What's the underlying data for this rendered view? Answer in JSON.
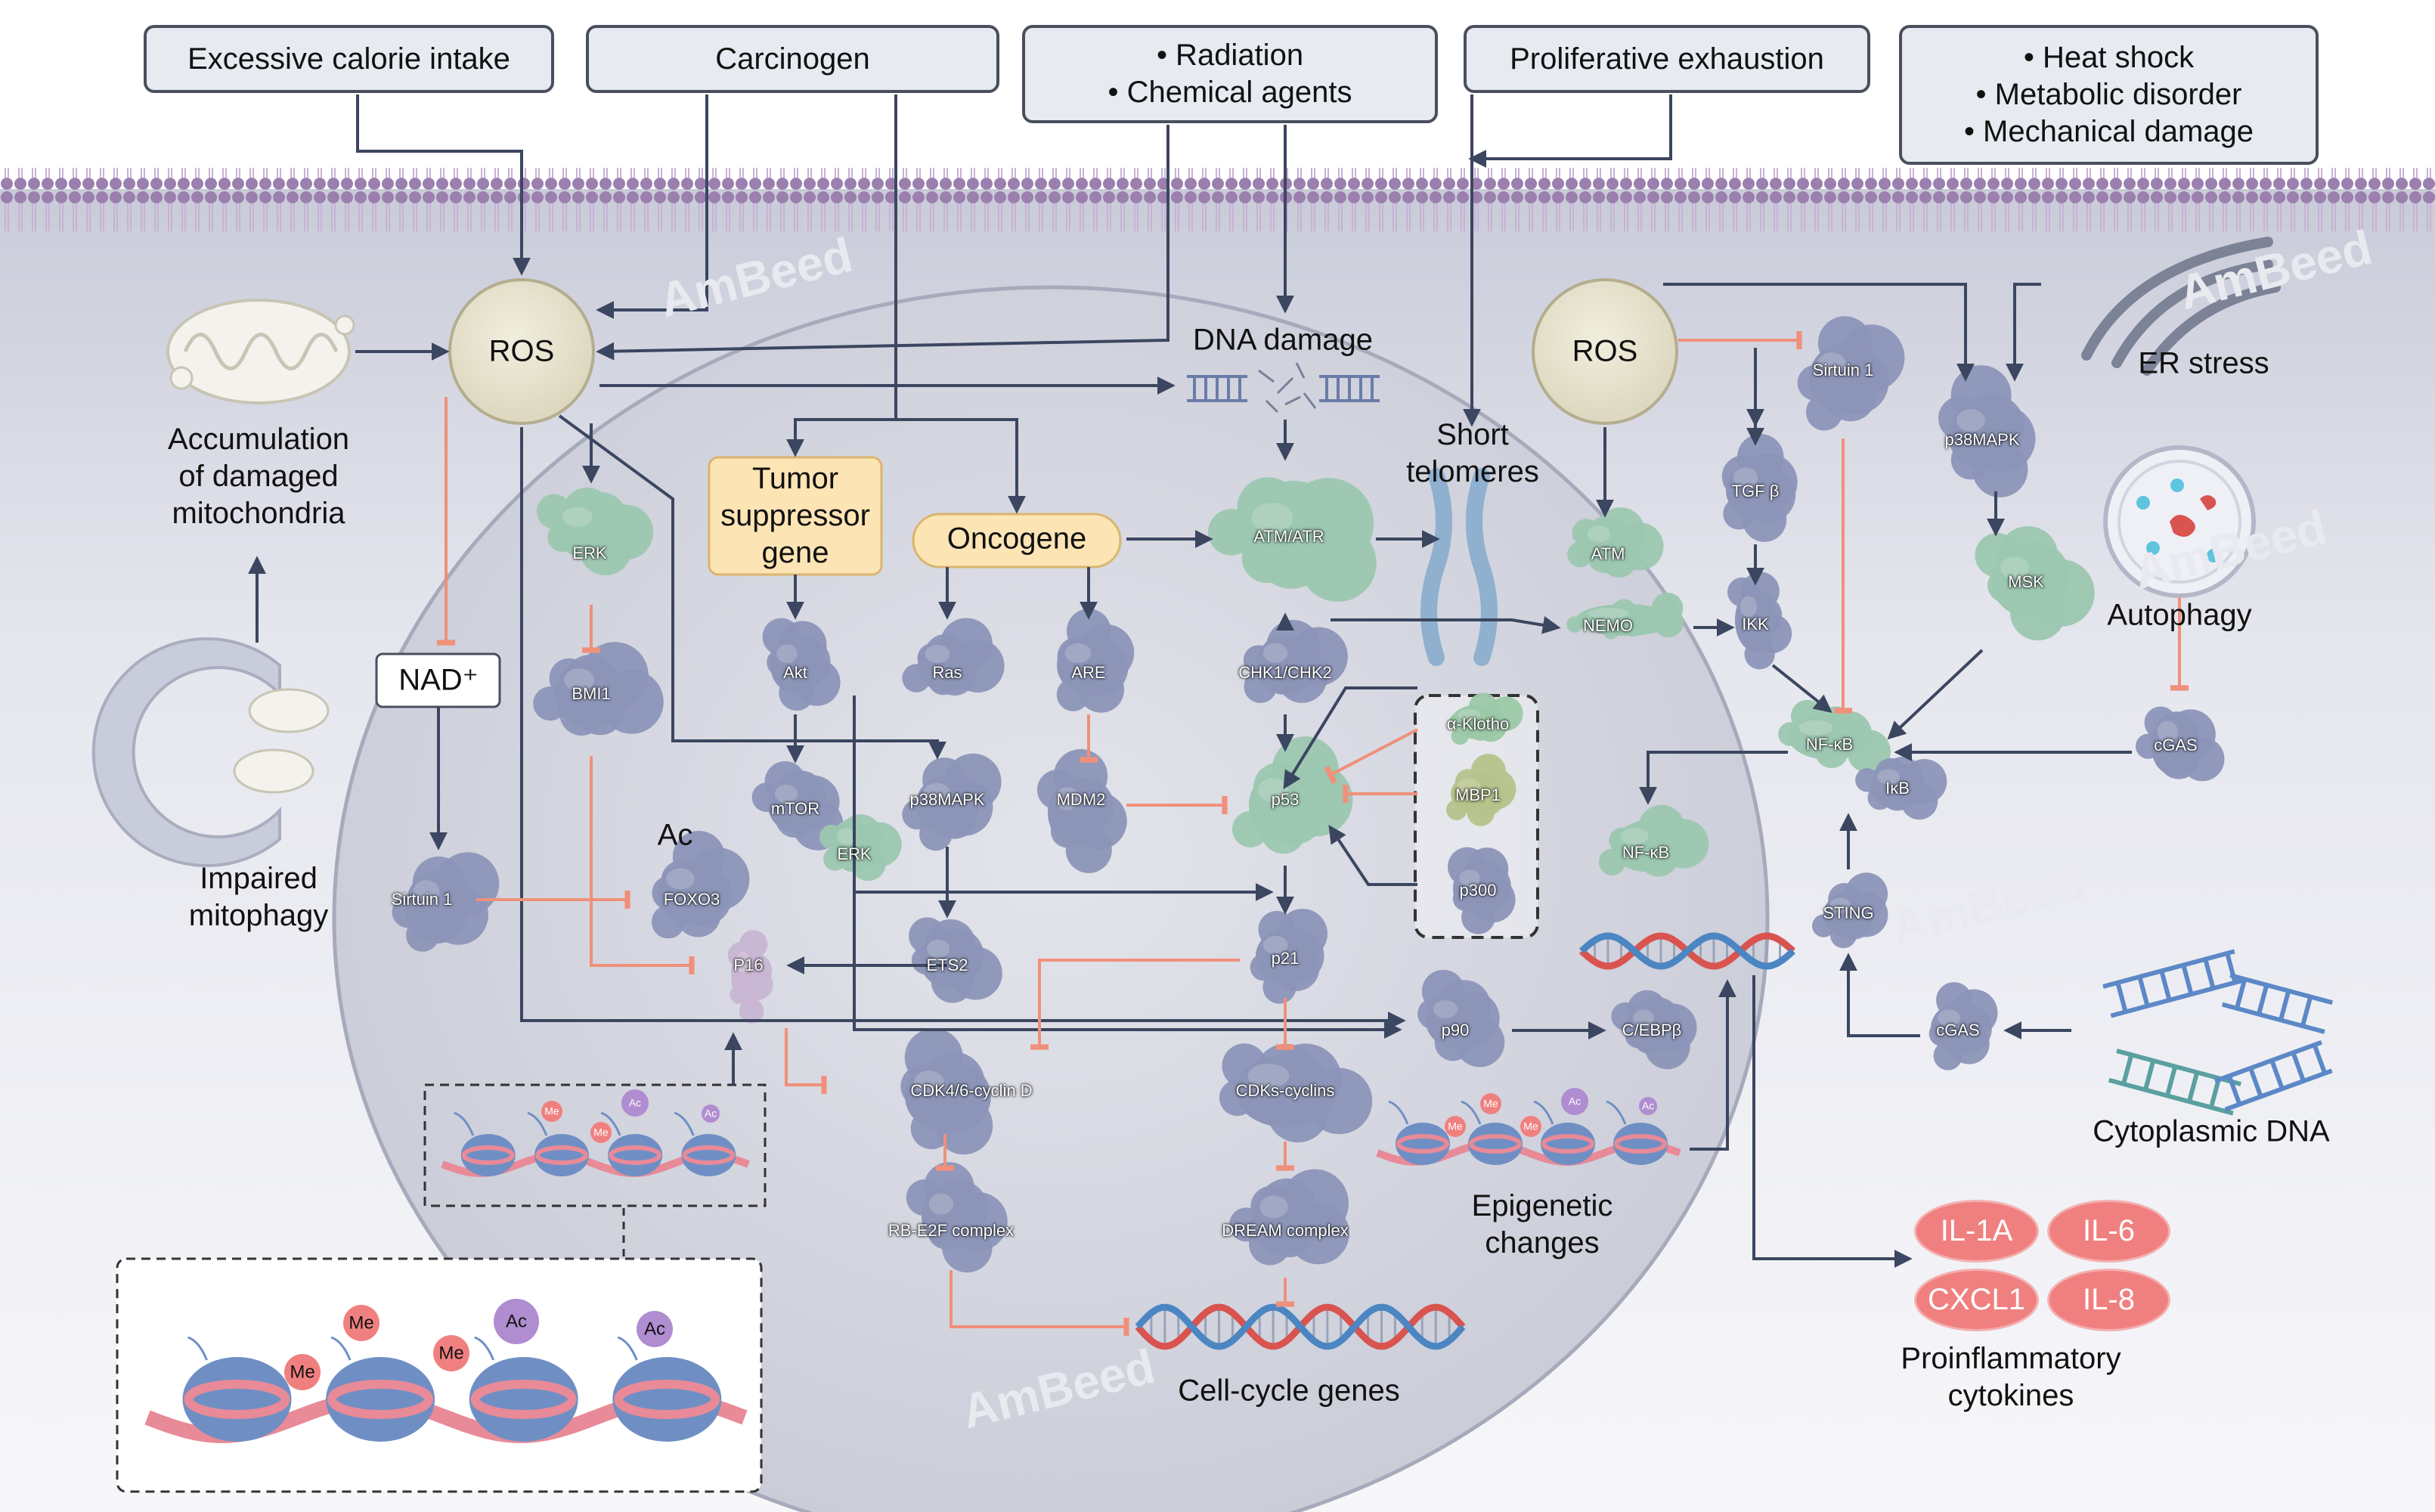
{
  "stimuli": {
    "calorie": "Excessive calorie intake",
    "carcinogen": "Carcinogen",
    "radiation": [
      "• Radiation",
      "• Chemical agents"
    ],
    "prolif": "Proliferative exhaustion",
    "stress": [
      "• Heat shock",
      "• Metabolic disorder",
      "• Mechanical damage"
    ]
  },
  "labels": {
    "ros_left": "ROS",
    "ros_right": "ROS",
    "dna_damage": "DNA damage",
    "mito_accum": [
      "Accumulation",
      "of damaged",
      "mitochondria"
    ],
    "mitophagy": [
      "Impaired",
      "mitophagy"
    ],
    "nad": "NAD⁺",
    "tumor_suppressor": [
      "Tumor",
      "suppressor",
      "gene"
    ],
    "oncogene": "Oncogene",
    "short_telomeres": [
      "Short",
      "telomeres"
    ],
    "er_stress": "ER stress",
    "autophagy": "Autophagy",
    "ac": "Ac",
    "epigenetic": [
      "Epigenetic",
      "changes"
    ],
    "cytoplasmic_dna": "Cytoplasmic  DNA",
    "cell_cycle_genes": "Cell-cycle genes",
    "proinflammatory": [
      "Proinflammatory",
      "cytokines"
    ],
    "me": "Me",
    "ac_small": "Ac"
  },
  "cytokines": [
    "IL-1A",
    "IL-6",
    "CXCL1",
    "IL-8"
  ],
  "proteins": {
    "erk": "ERK",
    "bmi1": "BMI1",
    "sirtuin1_left": "Sirtuin 1",
    "foxo3": "FOXO3",
    "p16": "P16",
    "akt": "Akt",
    "mtor": "mTOR",
    "erk_mid": "ERK",
    "ras": "Ras",
    "p38mapk_mid": "p38MAPK",
    "are": "ARE",
    "mdm2": "MDM2",
    "ets2": "ETS2",
    "atm_atr": "ATM/ATR",
    "chk": "CHK1/CHK2",
    "p53": "p53",
    "p21": "p21",
    "cdk46": "CDK4/6-cyclin D",
    "rb_e2f": "RB-E2F complex",
    "cdks": "CDKs-cyclins",
    "dream": "DREAM complex",
    "klotho": "α-Klotho",
    "mbp1": "MBP1",
    "p300": "p300",
    "p90": "p90",
    "cebpb": "C/EBPβ",
    "atm": "ATM",
    "nemo": "NEMO",
    "sirtuin1_right": "Sirtuin 1",
    "tgfb": "TGF β",
    "ikk": "IKK",
    "nfkb": "NF-κB",
    "ikb": "IκB",
    "nfkb2": "NF-κB",
    "sting": "STING",
    "cgas_low": "cGAS",
    "p38mapk_right": "p38MAPK",
    "msk": "MSK",
    "cgas_right": "cGAS"
  },
  "watermark": "AmBeed",
  "colors": {
    "activation": "#3b4660",
    "inhibition": "#f0907a",
    "membrane": "#8a6d9a",
    "nucleus": "#cfd2dc",
    "protein": "#8c95b8",
    "protein_green": "#9cc7b0",
    "cytokine": "#f08080",
    "highlight_box": "#fde4b4"
  }
}
